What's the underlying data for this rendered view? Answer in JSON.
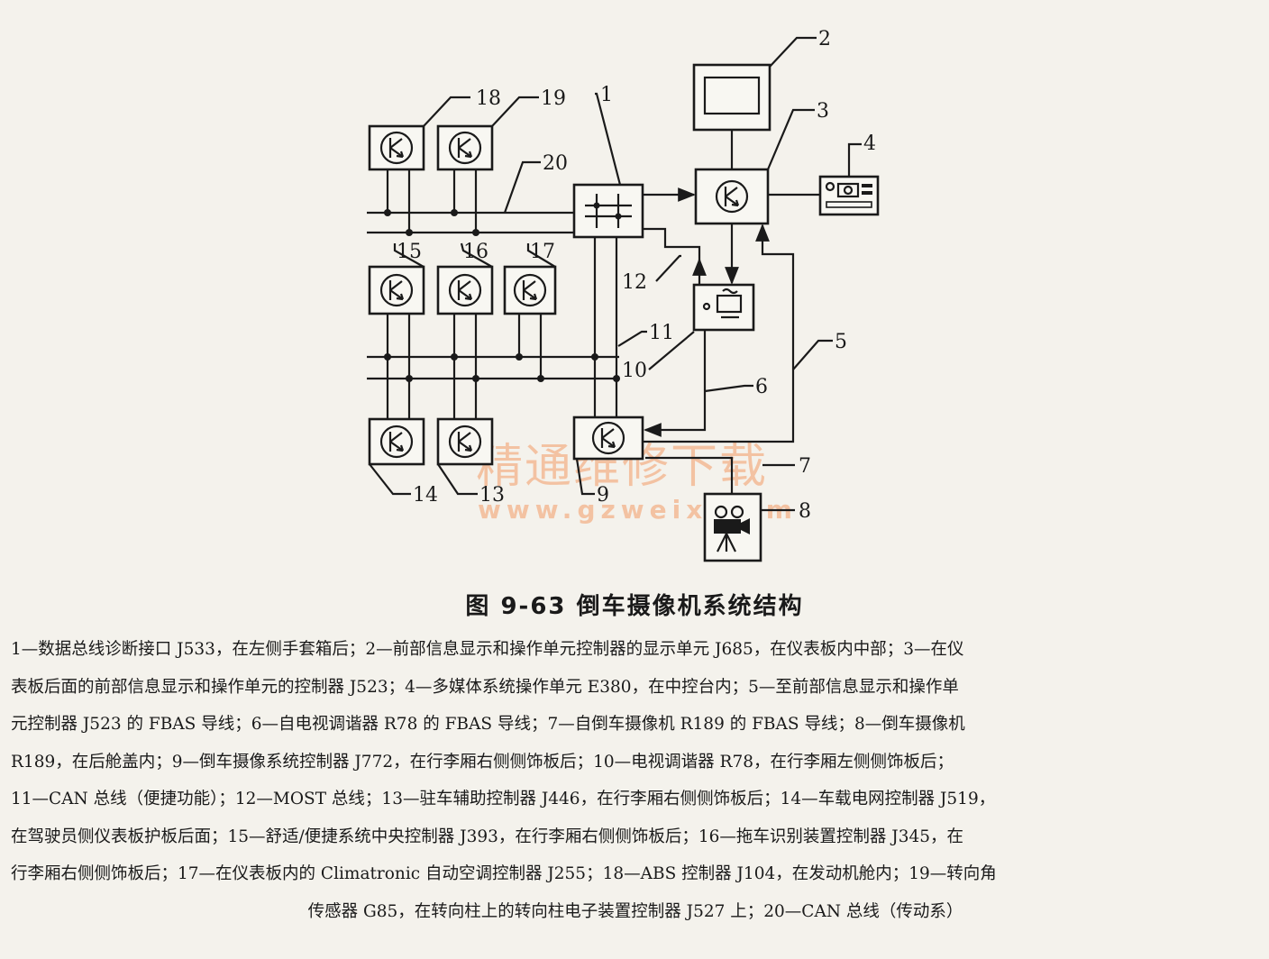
{
  "figure": {
    "caption": "图 9-63   倒车摄像机系统结构",
    "labels": [
      "1",
      "2",
      "3",
      "4",
      "5",
      "6",
      "7",
      "8",
      "9",
      "10",
      "11",
      "12",
      "13",
      "14",
      "15",
      "16",
      "17",
      "18",
      "19",
      "20"
    ],
    "watermark": {
      "cn": "精通维修下载",
      "url": "www.gzweix.com"
    }
  },
  "legend": {
    "lines": [
      "1—数据总线诊断接口 J533，在左侧手套箱后；2—前部信息显示和操作单元控制器的显示单元 J685，在仪表板内中部；3—在仪",
      "表板后面的前部信息显示和操作单元的控制器 J523；4—多媒体系统操作单元 E380，在中控台内；5—至前部信息显示和操作单",
      "元控制器 J523 的 FBAS 导线；6—自电视调谐器 R78 的 FBAS 导线；7—自倒车摄像机 R189 的 FBAS 导线；8—倒车摄像机",
      "R189，在后舱盖内；9—倒车摄像系统控制器 J772，在行李厢右侧侧饰板后；10—电视调谐器 R78，在行李厢左侧侧饰板后；",
      "11—CAN 总线（便捷功能）；12—MOST 总线；13—驻车辅助控制器 J446，在行李厢右侧侧饰板后；14—车载电网控制器 J519，",
      "在驾驶员侧仪表板护板后面；15—舒适/便捷系统中央控制器 J393，在行李厢右侧侧饰板后；16—拖车识别装置控制器 J345，在",
      "行李厢右侧侧饰板后；17—在仪表板内的 Climatronic 自动空调控制器 J255；18—ABS 控制器 J104，在发动机舱内；19—转向角",
      "传感器 G85，在转向柱上的转向柱电子装置控制器 J527 上；20—CAN 总线（传动系）"
    ]
  }
}
